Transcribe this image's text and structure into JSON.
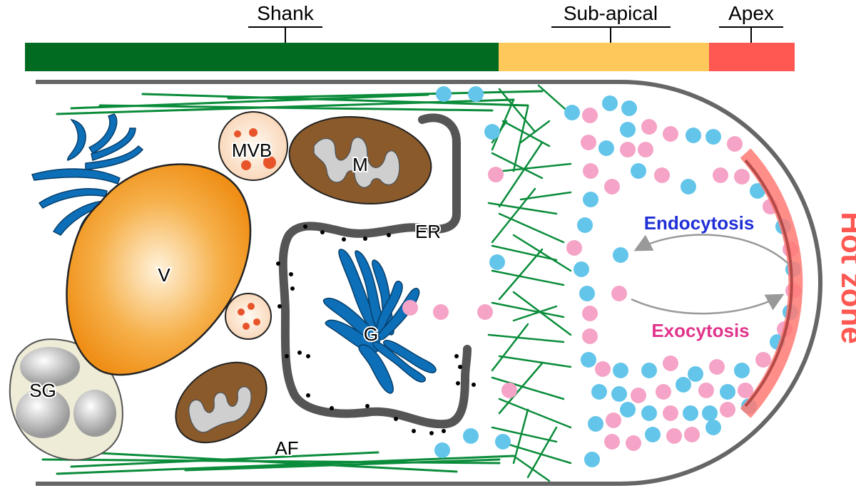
{
  "zones": {
    "shank": "Shank",
    "sub_apical": "Sub-apical",
    "apex": "Apex"
  },
  "organelles": {
    "vacuole": "V",
    "mvb": "MVB",
    "mitochondrion": "M",
    "er": "ER",
    "golgi": "G",
    "starch_granule": "SG",
    "actin_filaments": "AF"
  },
  "processes": {
    "endocytosis": "Endocytosis",
    "exocytosis": "Exocytosis",
    "hot_zone": "Hot zone"
  },
  "colors": {
    "shank": "#006b21",
    "sub_apical": "#ffc85a",
    "apex": "#ff5751",
    "vesicle_blue": "#63c5ea",
    "vesicle_pink": "#f5a3c7",
    "actin": "#0a8c3a",
    "golgi": "#0d6fb8",
    "vacuole": "#f39a25",
    "mitochondrion": "#8b5a2b",
    "endocytosis_text": "#1f2fd6",
    "exocytosis_text": "#e0348a",
    "hot_zone": "#ff5751"
  }
}
